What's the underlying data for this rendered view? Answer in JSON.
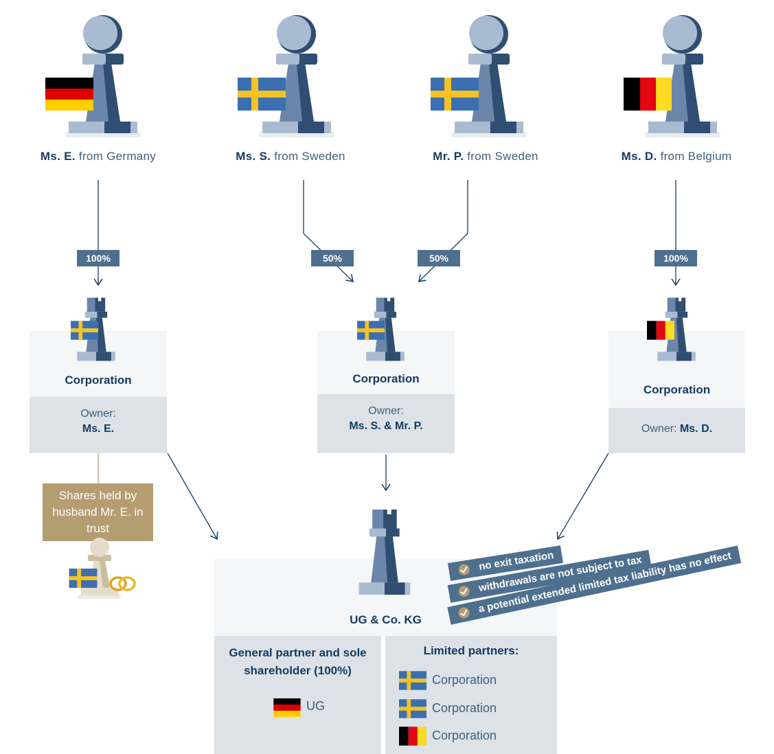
{
  "persons": [
    {
      "name": "Ms. E.",
      "origin": "from Germany"
    },
    {
      "name": "Ms. S.",
      "origin": "from Sweden"
    },
    {
      "name": "Mr. P.",
      "origin": "from Sweden"
    },
    {
      "name": "Ms. D.",
      "origin": "from Belgium"
    }
  ],
  "shares": [
    "100%",
    "50%",
    "50%",
    "100%"
  ],
  "corporations": [
    {
      "title": "Corporation",
      "owner_label": "Owner:",
      "owner": "Ms. E."
    },
    {
      "title": "Corporation",
      "owner_label": "Owner:",
      "owner": "Ms. S. & Mr. P."
    },
    {
      "title": "Corporation",
      "owner_label": "Owner:",
      "owner": "Ms. D."
    }
  ],
  "trust_note": "Shares held by husband Mr. E. in trust",
  "kg": {
    "title": "UG & Co. KG",
    "general_partner_heading": "General partner and sole shareholder (100%)",
    "general_partner": "UG",
    "limited_partners_heading": "Limited partners:",
    "limited_partners": [
      "Corporation",
      "Corporation",
      "Corporation"
    ]
  },
  "benefits": [
    "no exit taxation",
    "withdrawals are not subject to tax",
    "a potential extended limited tax liability has no effect"
  ],
  "colors": {
    "navy": "#163a5f",
    "piece_dark": "#2f4e72",
    "piece_light": "#a9bbd1",
    "tag": "#4e6f8e",
    "gold": "#b59d72",
    "box_light": "#f4f6f8",
    "box_grey": "#dce2e7"
  },
  "icons": [
    "pawn-icon",
    "rook-icon",
    "gold-pawn-icon",
    "wedding-rings-icon",
    "flag-germany-icon",
    "flag-sweden-icon",
    "flag-belgium-icon",
    "check-icon"
  ]
}
